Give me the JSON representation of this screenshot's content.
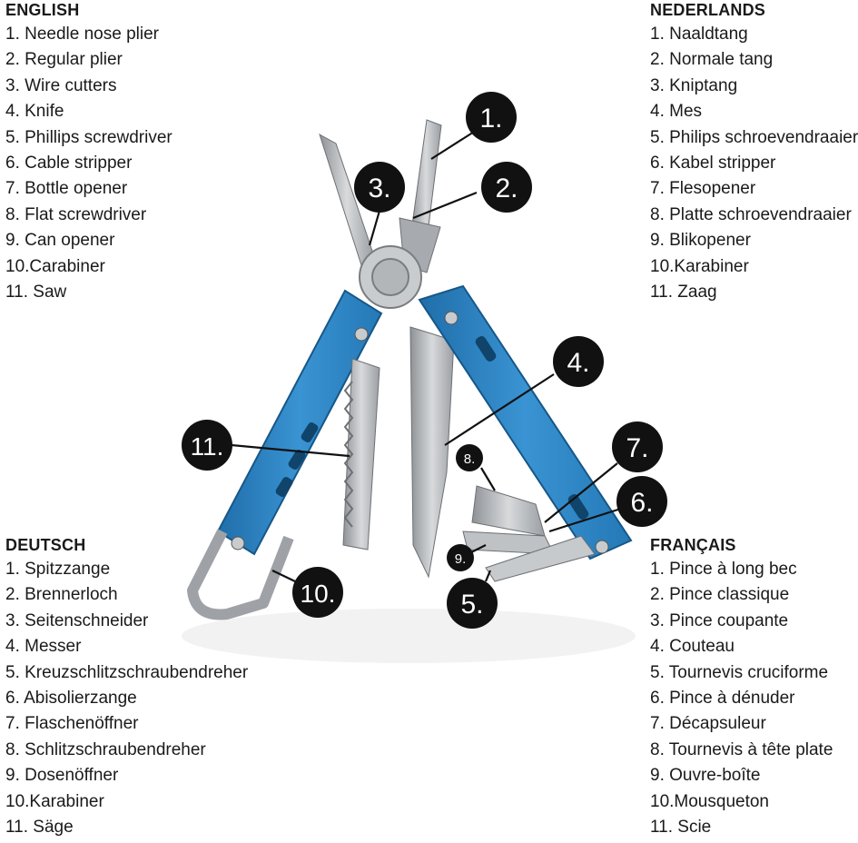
{
  "legends": {
    "english": {
      "title": "ENGLISH",
      "items": [
        "1. Needle nose plier",
        "2. Regular plier",
        "3. Wire cutters",
        "4. Knife",
        "5. Phillips screwdriver",
        "6. Cable stripper",
        "7. Bottle opener",
        "8. Flat screwdriver",
        "9. Can opener",
        "10.Carabiner",
        "11. Saw"
      ]
    },
    "nederlands": {
      "title": "NEDERLANDS",
      "items": [
        "1. Naaldtang",
        "2. Normale tang",
        "3. Kniptang",
        "4. Mes",
        "5. Philips schroevendraaier",
        "6. Kabel stripper",
        "7. Flesopener",
        "8. Platte schroevendraaier",
        "9. Blikopener",
        "10.Karabiner",
        "11. Zaag"
      ]
    },
    "deutsch": {
      "title": "DEUTSCH",
      "items": [
        "1. Spitzzange",
        "2. Brennerloch",
        "3. Seitenschneider",
        "4. Messer",
        "5. Kreuzschlitzschraubendreher",
        "6. Abisolierzange",
        "7. Flaschenöffner",
        "8. Schlitzschraubendreher",
        "9. Dosenöffner",
        "10.Karabiner",
        "11. Säge"
      ]
    },
    "francais": {
      "title": "FRANÇAIS",
      "items": [
        "1. Pince à long bec",
        "2. Pince classique",
        "3. Pince coupante",
        "4. Couteau",
        "5. Tournevis cruciforme",
        "6. Pince à dénuder",
        "7. Décapsuleur",
        "8. Tournevis à tête plate",
        "9. Ouvre-boîte",
        "10.Mousqueton",
        "11. Scie"
      ]
    }
  },
  "callouts": {
    "c1": "1.",
    "c2": "2.",
    "c3": "3.",
    "c4": "4.",
    "c5": "5.",
    "c6": "6.",
    "c7": "7.",
    "c8": "8.",
    "c9": "9.",
    "c10": "10.",
    "c11": "11."
  },
  "colors": {
    "handle_blue": "#2f86c6",
    "steel": "#b9bcbf",
    "callout_circle": "#111111",
    "text": "#1a1a1a"
  }
}
